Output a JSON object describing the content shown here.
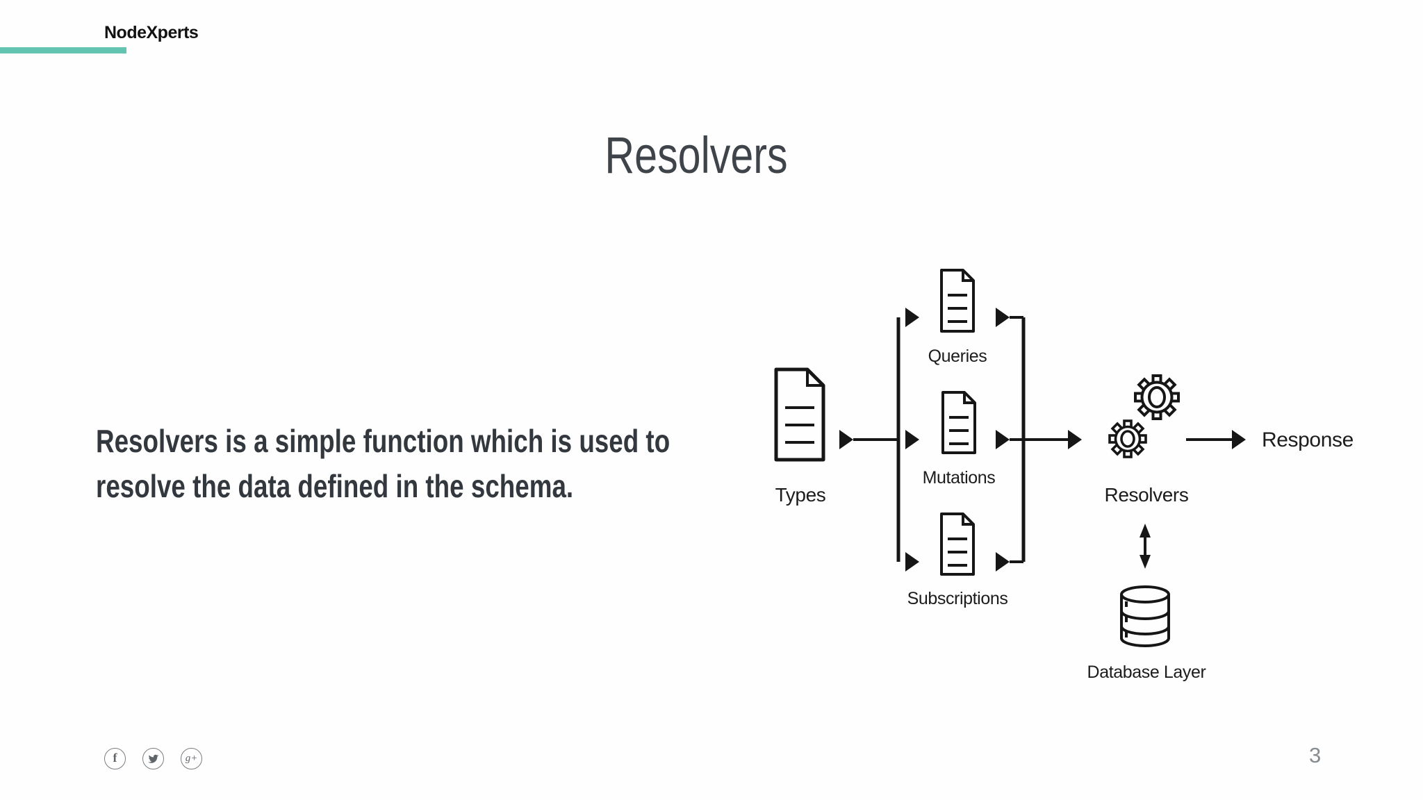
{
  "brand": {
    "name": "NodeXperts"
  },
  "title": "Resolvers",
  "body": {
    "lines": [
      "Resolvers is a simple function which is used to",
      "resolve the data defined in the schema."
    ]
  },
  "diagram": {
    "types_label": "Types",
    "queries_label": "Queries",
    "mutations_label": "Mutations",
    "subscriptions_label": "Subscriptions",
    "resolvers_label": "Resolvers",
    "response_label": "Response",
    "database_label": "Database Layer",
    "node_icons": [
      "document-icon",
      "gears-icon",
      "database-icon"
    ],
    "flow": "Types -> (Queries | Mutations | Subscriptions) -> Resolvers -> Response; Resolvers <-> Database Layer"
  },
  "footer": {
    "page_number": "3",
    "social_icons": [
      {
        "icon": "facebook-icon",
        "glyph": "f"
      },
      {
        "icon": "twitter-icon",
        "glyph": ""
      },
      {
        "icon": "google-plus-icon",
        "glyph": "g+"
      }
    ]
  },
  "colors": {
    "accent_teal": "#63c4b1",
    "diagram_ink": "#161616",
    "title_gray": "#3f444a",
    "body_gray": "#33383e",
    "muted_gray": "#878c91"
  }
}
